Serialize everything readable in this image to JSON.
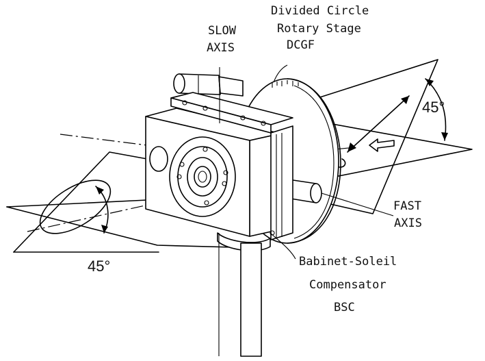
{
  "labels": {
    "rotary_stage": [
      "Divided Circle",
      "Rotary Stage",
      "DCGF"
    ],
    "slow_axis": [
      "SLOW",
      "AXIS"
    ],
    "fast_axis": [
      "FAST",
      "AXIS"
    ],
    "compensator": [
      "Babinet-Soleil",
      "Compensator",
      "BSC"
    ],
    "angle_right": "45°",
    "angle_left": "45°"
  },
  "icons": {
    "beam_arrow": "hollow-arrow-icon",
    "angle_arrows": "curved-double-arrow-icon"
  },
  "colors": {
    "ink": "#000000",
    "paper": "#ffffff"
  }
}
